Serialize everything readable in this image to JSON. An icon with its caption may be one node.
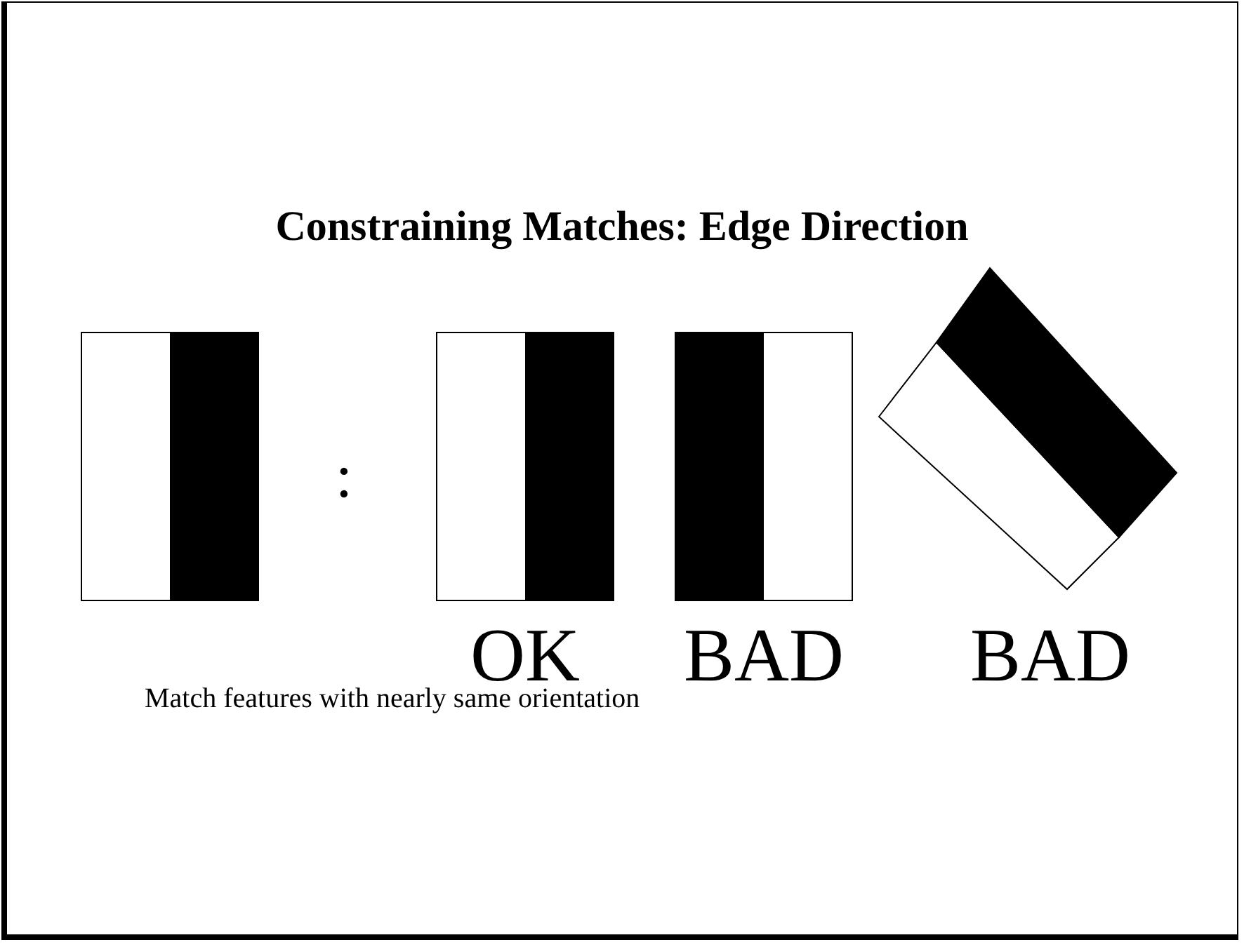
{
  "diagram": {
    "title": "Constraining Matches: Edge Direction",
    "labels": [
      ":",
      "OK",
      "BAD",
      "BAD"
    ],
    "caption": "Match features with nearly same orientation"
  }
}
